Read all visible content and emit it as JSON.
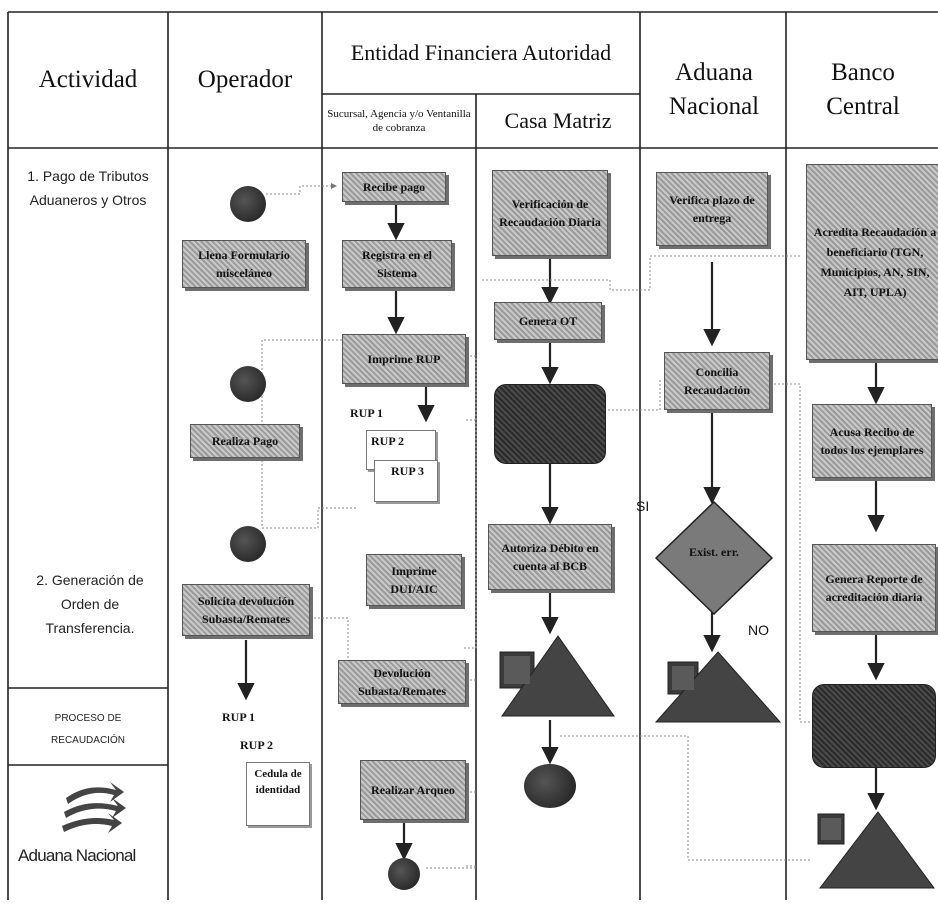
{
  "headers": {
    "actividad": "Actividad",
    "operador": "Operador",
    "entidad": "Entidad Financiera Autoridad",
    "sucursal": "Sucursal, Agencia y/o Ventanilla de cobranza",
    "casa_matriz": "Casa Matriz",
    "aduana": "Aduana Nacional",
    "banco": "Banco Central"
  },
  "activities": {
    "a1": "1. Pago de Tributos Aduaneros y Otros",
    "a2": "2. Generación de Orden de Transferencia.",
    "proceso": "PROCESO DE RECAUDACIÓN"
  },
  "logo": {
    "name": "Aduana Nacional",
    "icon": "aduana-arrows-logo"
  },
  "operador": {
    "llena": "Llena Formulario misceláneo",
    "realiza": "Realiza Pago",
    "solicita": "Solicita devolución Subasta/Remates",
    "docs": [
      "RUP 1",
      "RUP 2",
      "Cedula de identidad"
    ]
  },
  "sucursal": {
    "recibe": "Recibe pago",
    "registra": "Registra en el Sistema",
    "imprime_rup": "Imprime RUP",
    "docs": [
      "RUP 1",
      "RUP 2",
      "RUP 3"
    ],
    "imprime_dui": "Imprime DUI/AIC",
    "devolucion": "Devolución Subasta/Remates",
    "realizar": "Realizar Arqueo"
  },
  "casa": {
    "verificacion": "Verificación de Recaudación Diaria",
    "genera_ot": "Genera OT",
    "autoriza": "Autoriza Débito en cuenta al BCB"
  },
  "aduana": {
    "verifica": "Verifica plazo de entrega",
    "concilia": "Concilia Recaudación",
    "decision": "Exist. err.",
    "si": "SI",
    "no": "NO"
  },
  "banco": {
    "acredita": "Acredita Recaudación a beneficiario (TGN, Municipios, AN, SIN, AIT, UPLA)",
    "acusa": "Acusa Recibo de todos los ejemplares",
    "genera": "Genera Reporte de acreditación diaria"
  }
}
